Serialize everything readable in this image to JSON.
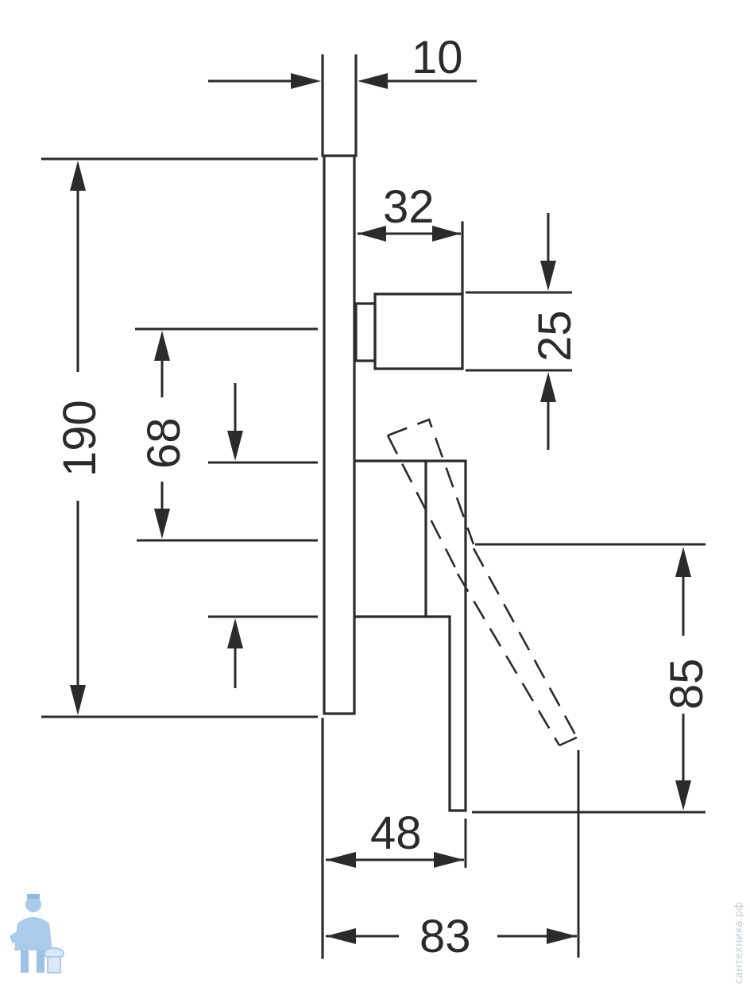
{
  "dimensions": {
    "plate_thickness": "10",
    "total_height": "190",
    "knob_depth": "32",
    "knob_height": "25",
    "lever_offset": "68",
    "spout_height": "85",
    "body_depth": "48",
    "overall_depth": "83"
  },
  "watermark": {
    "text": "сантехника.рф"
  },
  "colors": {
    "line": "#2b2b2b",
    "background": "#ffffff",
    "logo": "#9cc3e6"
  }
}
